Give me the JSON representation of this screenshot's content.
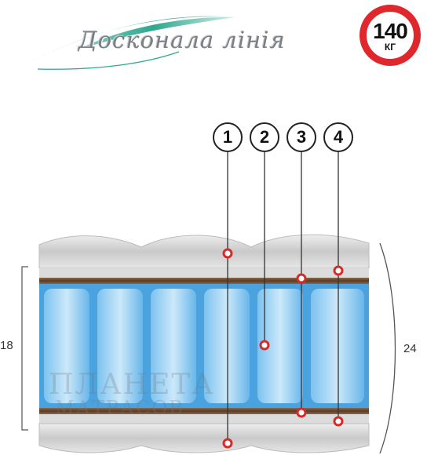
{
  "logo": {
    "brand_text": "Досконала лінія"
  },
  "load_badge": {
    "value": "140",
    "unit": "КГ"
  },
  "callouts": [
    "1",
    "2",
    "3",
    "4"
  ],
  "dimensions": {
    "core_height": "18",
    "total_height": "24"
  },
  "watermark": {
    "line1": "ПЛАНЕТА",
    "line2": "МАТРАСОВ"
  },
  "colors": {
    "badge_red": "#e0272b",
    "springs_blue": "#5aaee8",
    "coconut_brown": "#6b4a32",
    "marker_red": "#d92a2a"
  }
}
